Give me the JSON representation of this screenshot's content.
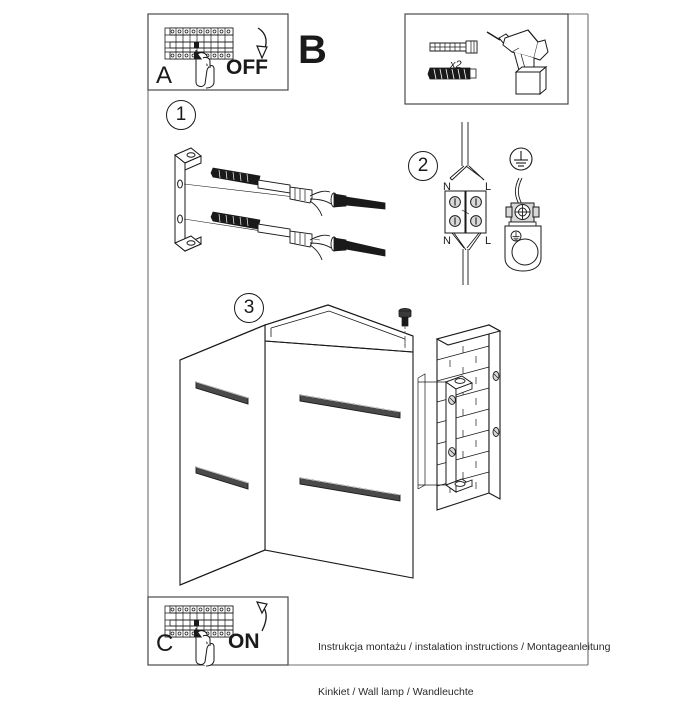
{
  "document": {
    "type": "assembly-instruction-sheet",
    "product": "Wall lamp",
    "background_color": "#ffffff",
    "line_color": "#1a1a1a"
  },
  "panels": {
    "power_off": {
      "id": "A",
      "label": "A",
      "action_label": "OFF",
      "icon": "circuit-breaker-panel-icon",
      "hand_icon": "hand-pointing-icon",
      "arrow_icon": "arrow-down-curved-icon"
    },
    "tools": {
      "id": "B",
      "label": "B",
      "quantity_label": "x2",
      "items": [
        {
          "name": "wall-plug-icon",
          "label": "wall plug"
        },
        {
          "name": "screw-icon",
          "label": "screw"
        },
        {
          "name": "power-drill-icon",
          "label": "power drill"
        }
      ]
    },
    "power_on": {
      "id": "C",
      "label": "C",
      "action_label": "ON",
      "icon": "circuit-breaker-panel-icon",
      "hand_icon": "hand-pointing-icon",
      "arrow_icon": "arrow-up-curved-icon"
    }
  },
  "steps": [
    {
      "number": "1",
      "title": "mount bracket",
      "icons": [
        "mounting-bracket-icon",
        "screw-icon",
        "wall-plug-icon"
      ]
    },
    {
      "number": "2",
      "title": "wiring",
      "terminals": {
        "top": [
          "N",
          "L"
        ],
        "bottom": [
          "N",
          "L"
        ]
      },
      "icons": [
        "terminal-block-icon",
        "earth-ground-symbol-icon",
        "lamp-socket-icon"
      ]
    },
    {
      "number": "3",
      "title": "attach shade",
      "icons": [
        "lamp-shade-box-icon",
        "brick-wall-icon",
        "bracket-icon",
        "grub-screw-icon"
      ]
    }
  ],
  "caption": {
    "line1": "Instrukcja montażu / instalation instructions / Montageanleitung",
    "line2": "Kinkiet / Wall lamp / Wandleuchte"
  }
}
